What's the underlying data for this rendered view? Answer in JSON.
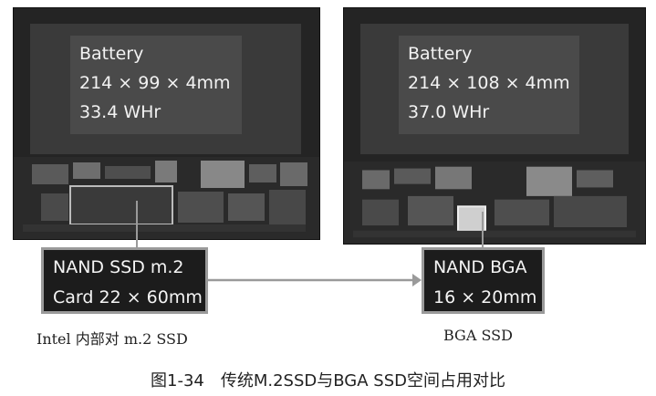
{
  "left_panel": {
    "battery_title": "Battery",
    "battery_dimensions": "214 × 99 × 4mm",
    "battery_capacity": "33.4 WHr",
    "ssd_line1": "NAND SSD m.2",
    "ssd_line2": "Card 22 × 60mm",
    "caption": "Intel 内部对 m.2 SSD"
  },
  "right_panel": {
    "battery_title": "Battery",
    "battery_dimensions": "214 × 108 × 4mm",
    "battery_capacity": "37.0 WHr",
    "ssd_line1": "NAND BGA",
    "ssd_line2": "16 × 20mm",
    "caption": "BGA SSD"
  },
  "figure_title": "图1-34　传统M.2SSD与BGA SSD空间占用对比",
  "colors": {
    "board": "#242424",
    "battery": "#3a3a3a",
    "label": "#4a4a4a",
    "arrow": "#9a9a9a"
  }
}
